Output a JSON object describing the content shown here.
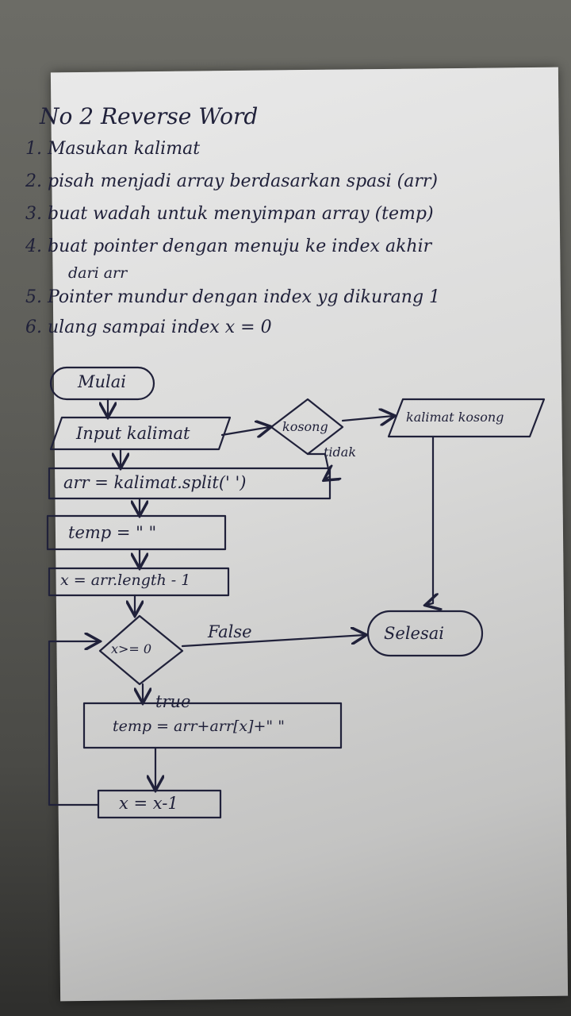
{
  "heading": "No 2 Reverse Word",
  "steps": [
    "1. Masukan kalimat",
    "2. pisah menjadi array berdasarkan spasi (arr)",
    "3. buat wadah untuk menyimpan array (temp)",
    "4. buat pointer dengan menuju ke index akhir",
    "dari arr",
    "5. Pointer mundur dengan index yg dikurang 1",
    "6. ulang sampai index x = 0"
  ],
  "flowchart": {
    "start": "Mulai",
    "input": "Input kalimat",
    "check_empty": "kosong",
    "output_empty": "kalimat kosong",
    "not_empty": "tidak",
    "split": "arr = kalimat.split(' ')",
    "temp_init": "temp = \" \"",
    "pointer": "x = arr.length - 1",
    "loop_condition": "x>= 0",
    "false_label": "False",
    "true_label": "true",
    "end": "Selesai",
    "append": "temp = arr+arr[x]+\" \"",
    "decrement": "x = x-1"
  },
  "colors": {
    "paper": "#dcdcdb",
    "ink": "#20213a"
  }
}
